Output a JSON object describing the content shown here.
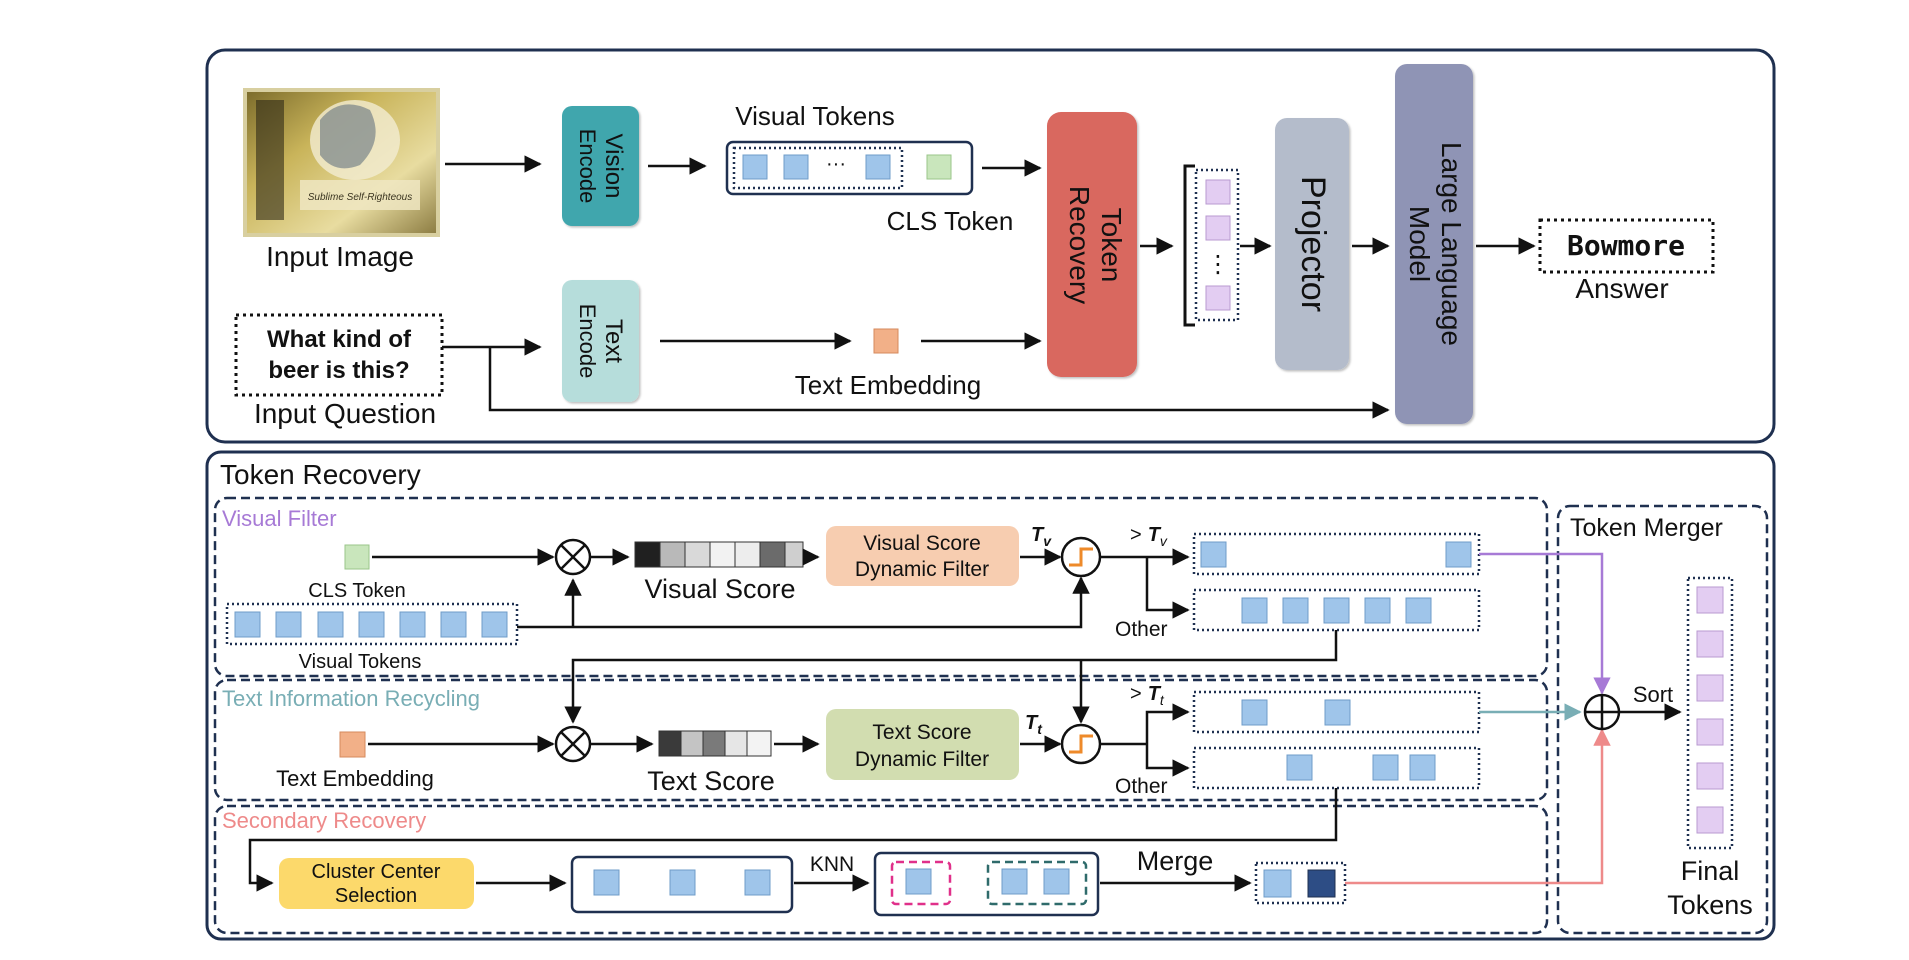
{
  "top": {
    "input_image_label": "Input Image",
    "image_text": "Sublime Self-Righteous",
    "vision_encode": [
      "Vision",
      "Encode"
    ],
    "text_encode": [
      "Text",
      "Encode"
    ],
    "visual_tokens_label": "Visual Tokens",
    "cls_token_label": "CLS Token",
    "token_recovery": [
      "Token",
      "Recovery"
    ],
    "projector": "Projector",
    "llm": [
      "Large Language",
      "Model"
    ],
    "answer_text": "Bowmore",
    "answer_label": "Answer",
    "question_lines": [
      "What kind of",
      "beer is this?"
    ],
    "input_question_label": "Input Question",
    "text_embedding_label": "Text Embedding",
    "ellipsis": "···",
    "vellipsis": "⋮"
  },
  "bottom": {
    "title": "Token Recovery",
    "visual_filter": {
      "label": "Visual Filter",
      "cls_token": "CLS Token",
      "visual_tokens": "Visual Tokens",
      "score_label": "Visual Score",
      "filter_box": [
        "Visual Score",
        "Dynamic Filter"
      ],
      "threshold": "T",
      "threshold_sub": "v",
      "gt": ">",
      "other": "Other"
    },
    "text_recycling": {
      "label": "Text Information Recycling",
      "text_embedding": "Text Embedding",
      "score_label": "Text Score",
      "filter_box": [
        "Text Score",
        "Dynamic Filter"
      ],
      "threshold": "T",
      "threshold_sub": "t",
      "gt": ">",
      "other": "Other"
    },
    "secondary": {
      "label": "Secondary Recovery",
      "cluster_box": [
        "Cluster Center",
        "Selection"
      ],
      "knn": "KNN",
      "merge": "Merge"
    },
    "merger": {
      "label": "Token Merger",
      "sort": "Sort",
      "final": [
        "Final",
        "Tokens"
      ]
    }
  },
  "colors": {
    "frame": "#1f3050",
    "token_blue": "#9fc5ea",
    "token_purple": "#e3cdf2",
    "cls_green": "#c9e6bc",
    "text_orange": "#f2b088",
    "vision_teal": "#3fa6ad",
    "text_encode_teal": "#b6dddb",
    "recovery_red": "#d9675f",
    "projector_grey": "#b4bccb",
    "llm_grey": "#8f94b5",
    "visual_filter_purple": "#a77ad6",
    "text_recycle_teal": "#79aeb5",
    "secondary_pink": "#ee8a8a",
    "filter_peach": "#f7cdb0",
    "filter_green": "#d2ddb0",
    "cluster_yellow": "#fcd96b",
    "merge_navy": "#2d4d85"
  },
  "icons": [
    "multiply-circle-icon",
    "step-function-icon",
    "plus-circle-icon",
    "arrow-icon",
    "image-thumbnail"
  ]
}
